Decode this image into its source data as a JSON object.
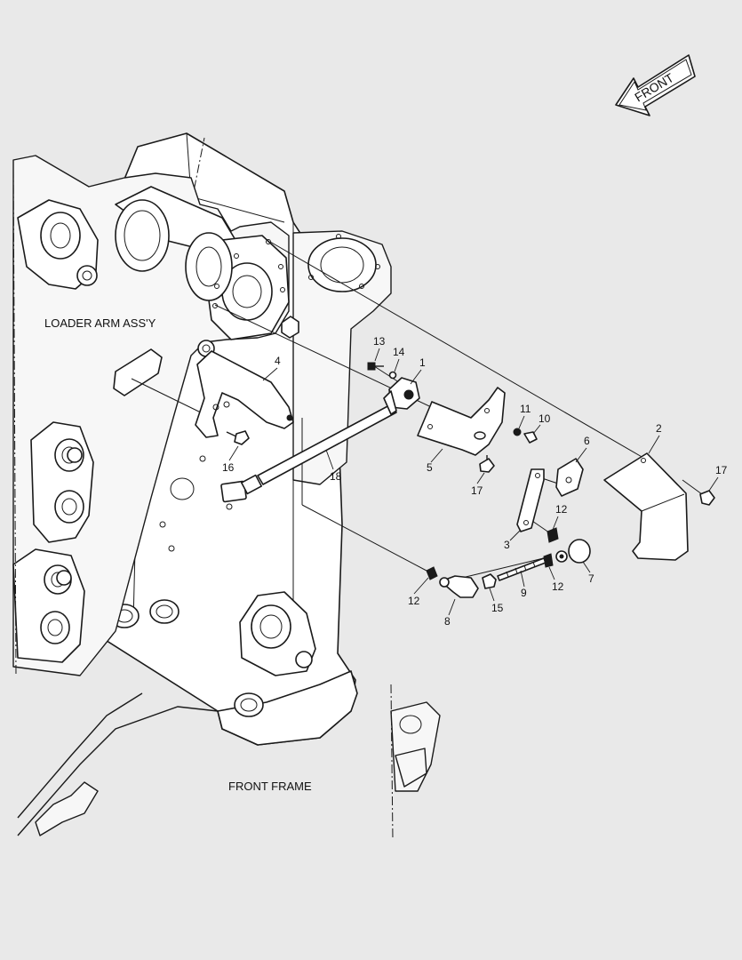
{
  "labels": {
    "loader_arm": "LOADER ARM ASS'Y",
    "front_frame": "FRONT FRAME",
    "front_arrow": "FRONT"
  },
  "callouts": [
    "1",
    "2",
    "3",
    "4",
    "5",
    "6",
    "7",
    "8",
    "9",
    "10",
    "11",
    "12",
    "12",
    "12",
    "13",
    "14",
    "15",
    "16",
    "17",
    "17",
    "18"
  ]
}
